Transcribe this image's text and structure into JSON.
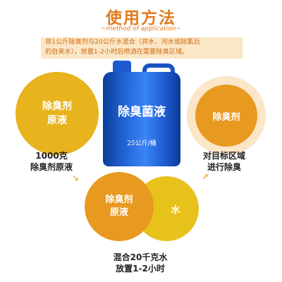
{
  "header": {
    "title": "使用方法",
    "subtitle": "~method of application~"
  },
  "instructions": {
    "line1": "将1公斤除臭剂与20公斤水混合（井水、河水或除氯后",
    "line2": "的自来水），放置1-2小时后喷洒在需要除臭区域。"
  },
  "product": {
    "name": "除臭菌液",
    "spec": "25公斤/桶"
  },
  "step1": {
    "circle_line1": "除臭剂",
    "circle_line2": "原液",
    "caption_line1": "1000克",
    "caption_line2": "除臭剂原液"
  },
  "step3": {
    "circle_text": "除臭剂",
    "caption_line1": "对目标区域",
    "caption_line2": "进行除臭"
  },
  "step2": {
    "left_line1": "除臭剂",
    "left_line2": "原液",
    "right_text": "水",
    "caption_line1": "混合20千克水",
    "caption_line2": "放置1-2小时"
  },
  "colors": {
    "accent": "#e37a1c",
    "yellow": "#e8b31c",
    "orange": "#e8991f",
    "drum_blue": "#2a6de0"
  }
}
